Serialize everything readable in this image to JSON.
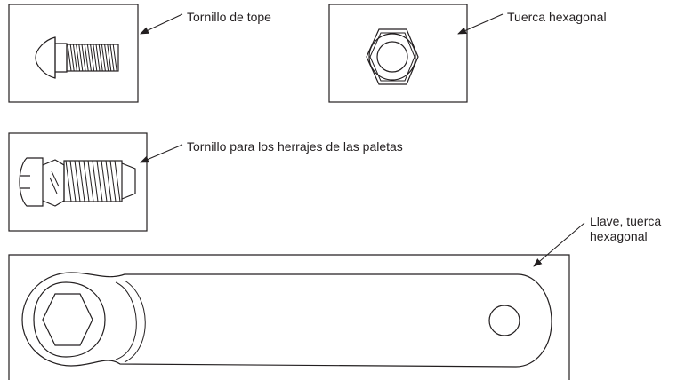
{
  "parts": {
    "carriage_bolt": {
      "label": "Tornillo de tope",
      "icon": "carriage-bolt-icon"
    },
    "hex_nut": {
      "label": "Tuerca hexagonal",
      "icon": "hex-nut-icon"
    },
    "paddle_screw": {
      "label": "Tornillo para los herrajes de las paletas",
      "icon": "paddle-screw-icon"
    },
    "wrench": {
      "label_line1": "Llave, tuerca",
      "label_line2": "hexagonal",
      "icon": "hex-wrench-icon"
    }
  },
  "colors": {
    "line": "#231f20",
    "background": "#ffffff"
  }
}
